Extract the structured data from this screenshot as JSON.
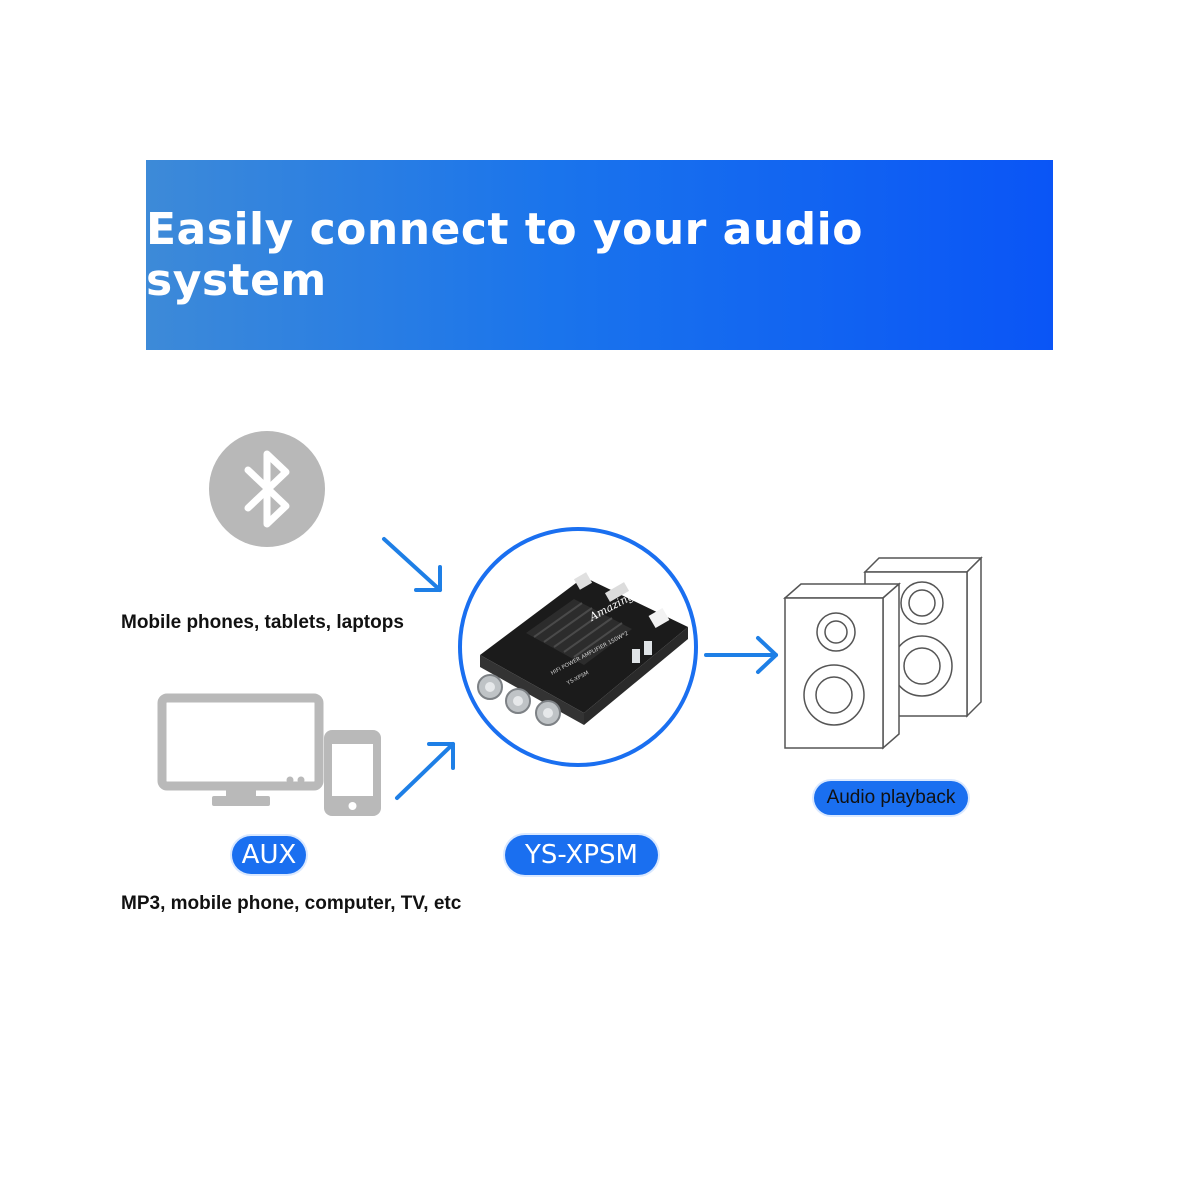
{
  "banner": {
    "title": "Easily connect to your audio system"
  },
  "sources": {
    "bluetooth": {
      "icon": "bluetooth-icon",
      "caption": "Mobile phones, tablets, laptops"
    },
    "aux": {
      "icon": "monitor-phone-icon",
      "label": "AUX",
      "caption": "MP3, mobile phone, computer, TV, etc"
    }
  },
  "device": {
    "label": "YS-XPSM",
    "board_brand": "Amazing",
    "board_text": "HIFI POWER AMPLIFIER 150W*2",
    "board_model": "YS-XPSM"
  },
  "output": {
    "icon": "speakers-icon",
    "label": "Audio playback"
  },
  "colors": {
    "banner_start": "#3d8ad8",
    "banner_end": "#0a55f6",
    "arrow": "#1e7fe6",
    "pill": "#1a6ff0",
    "icon_gray": "#b9b9b9"
  }
}
